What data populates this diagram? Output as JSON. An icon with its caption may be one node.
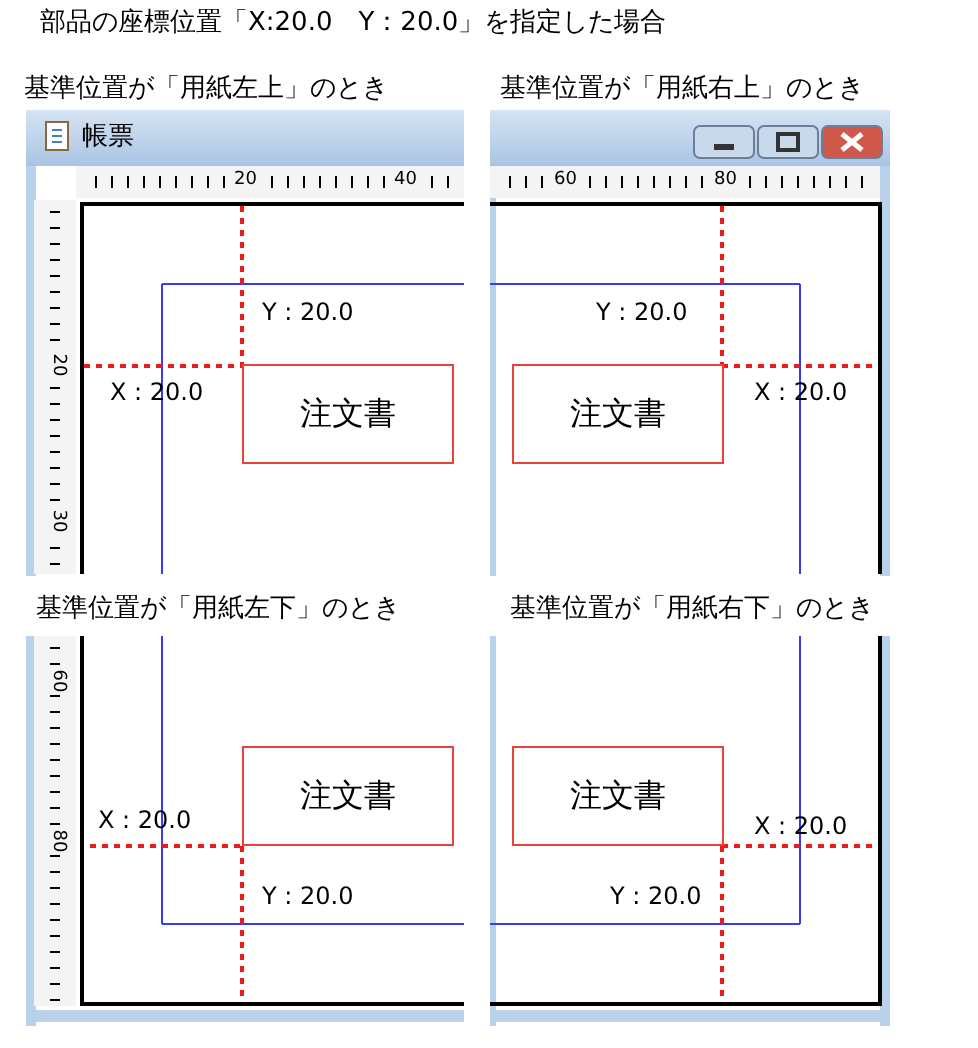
{
  "diagram": {
    "title": "部品の座標位置「X:20.0　Y：20.0」を指定した場合",
    "nodes": [
      {
        "text": [
          "注文書"
        ]
      },
      {
        "text": [
          "注文書"
        ]
      },
      {
        "text": [
          "注文書"
        ]
      },
      {
        "text": [
          "注文書"
        ]
      }
    ],
    "labels": [
      "基準位置が「用紙左上」のとき",
      "基準位置が「用紙右上」のとき",
      "帳票",
      "20",
      "40",
      "60",
      "80",
      "20",
      "Y : 20.0",
      "Y : 20.0",
      "X : 20.0",
      "X : 20.0",
      "30",
      "基準位置が「用紙左下」のとき",
      "基準位置が「用紙右下」のとき",
      "60",
      "X : 20.0",
      "80",
      "X : 20.0",
      "Y : 20.0",
      "Y : 20.0"
    ]
  }
}
